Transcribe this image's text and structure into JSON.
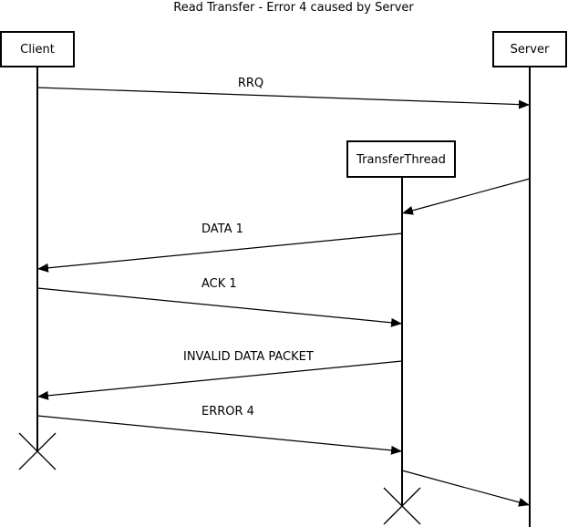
{
  "title": "Read Transfer - Error 4 caused by Server",
  "participants": [
    {
      "id": "client",
      "label": "Client"
    },
    {
      "id": "server",
      "label": "Server"
    },
    {
      "id": "thread",
      "label": "TransferThread"
    }
  ],
  "messages": [
    {
      "id": "rrq",
      "label": "RRQ",
      "from": "client",
      "to": "server"
    },
    {
      "id": "spawn",
      "label": "",
      "from": "server",
      "to": "thread"
    },
    {
      "id": "data1",
      "label": "DATA 1",
      "from": "thread",
      "to": "client"
    },
    {
      "id": "ack1",
      "label": "ACK 1",
      "from": "client",
      "to": "thread"
    },
    {
      "id": "invalid",
      "label": "INVALID DATA PACKET",
      "from": "thread",
      "to": "client"
    },
    {
      "id": "error4",
      "label": "ERROR 4",
      "from": "client",
      "to": "thread"
    },
    {
      "id": "final",
      "label": "",
      "from": "thread",
      "to": "server"
    }
  ],
  "colors": {
    "line": "#000000",
    "background": "#ffffff"
  }
}
